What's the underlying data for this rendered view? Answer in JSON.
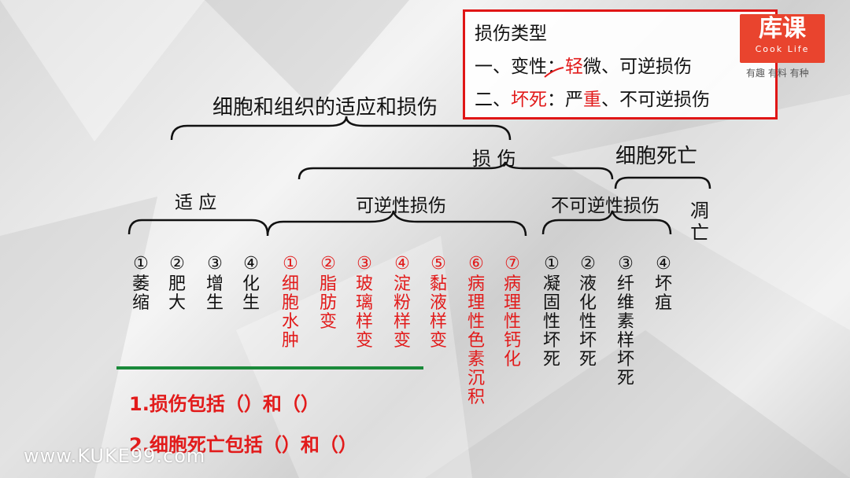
{
  "main_title": "细胞和组织的适应和损伤",
  "injury_label": "损 伤",
  "cell_death_label": "细胞死亡",
  "adaptation_label": "适 应",
  "reversible_label": "可逆性损伤",
  "irreversible_label": "不可逆性损伤",
  "apoptosis_label": "凋亡",
  "adaptation_items": [
    {
      "num": "①",
      "text": "萎缩"
    },
    {
      "num": "②",
      "text": "肥大"
    },
    {
      "num": "③",
      "text": "增生"
    },
    {
      "num": "④",
      "text": "化生"
    }
  ],
  "reversible_items": [
    {
      "num": "①",
      "text": "细胞水肿"
    },
    {
      "num": "②",
      "text": "脂肪变"
    },
    {
      "num": "③",
      "text": "玻璃样变"
    },
    {
      "num": "④",
      "text": "淀粉样变"
    },
    {
      "num": "⑤",
      "text": "黏液样变"
    },
    {
      "num": "⑥",
      "text": "病理性色素沉积"
    },
    {
      "num": "⑦",
      "text": "病理性钙化"
    }
  ],
  "necrosis_items": [
    {
      "num": "①",
      "text": "凝固性坏死"
    },
    {
      "num": "②",
      "text": "液化性坏死"
    },
    {
      "num": "③",
      "text": "纤维素样坏死"
    },
    {
      "num": "④",
      "text": "坏疽"
    }
  ],
  "info_box": {
    "heading": "损伤类型",
    "line1_prefix": "一、变性：",
    "line1_red": "轻",
    "line1_suffix": "微、可逆损伤",
    "line2_prefix": "二、",
    "line2_red": "坏死",
    "line2_mid": "：严",
    "line2_red2": "重",
    "line2_suffix": "、不可逆损伤"
  },
  "logo": {
    "main": "库课",
    "sub": "Cook Life",
    "slogan": "有趣 有料 有种"
  },
  "questions": [
    "1.损伤包括（）和（）",
    "2.细胞死亡包括（）和（）"
  ],
  "watermark": "www.KUKE99.com",
  "colors": {
    "accent_red": "#e21b1b",
    "green_line": "#1a8a3a",
    "logo_bg": "#e9442e"
  }
}
